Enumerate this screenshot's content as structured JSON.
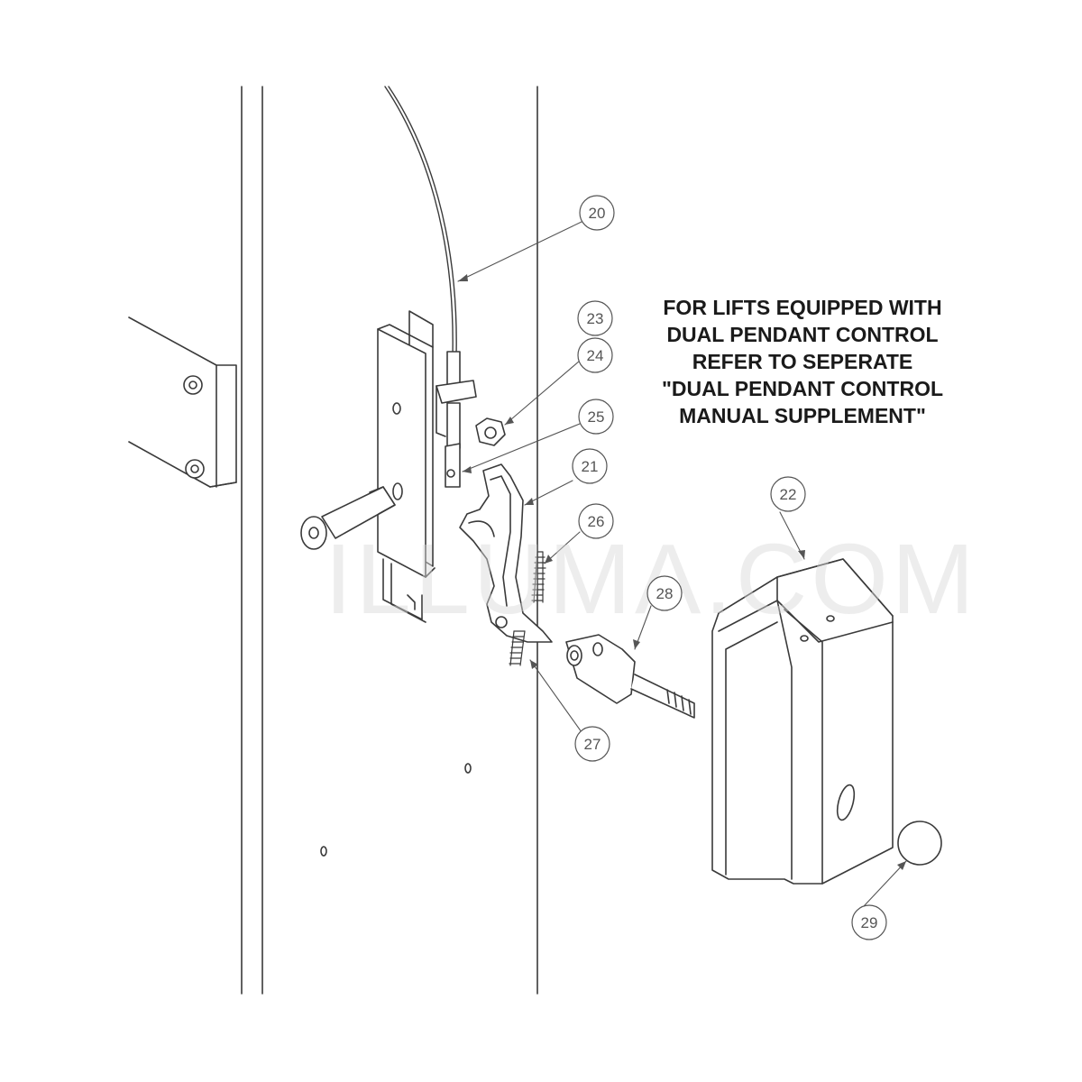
{
  "note": {
    "lines": [
      "FOR LIFTS EQUIPPED WITH",
      "DUAL PENDANT CONTROL",
      "REFER TO SEPERATE",
      "\"DUAL PENDANT CONTROL",
      "MANUAL SUPPLEMENT\""
    ]
  },
  "watermark": "ILLUMA.COM",
  "callouts": [
    {
      "id": "callout-20",
      "label": "20"
    },
    {
      "id": "callout-21",
      "label": "21"
    },
    {
      "id": "callout-22",
      "label": "22"
    },
    {
      "id": "callout-23",
      "label": "23"
    },
    {
      "id": "callout-24",
      "label": "24"
    },
    {
      "id": "callout-25",
      "label": "25"
    },
    {
      "id": "callout-26",
      "label": "26"
    },
    {
      "id": "callout-27",
      "label": "27"
    },
    {
      "id": "callout-28",
      "label": "28"
    },
    {
      "id": "callout-29",
      "label": "29"
    }
  ]
}
